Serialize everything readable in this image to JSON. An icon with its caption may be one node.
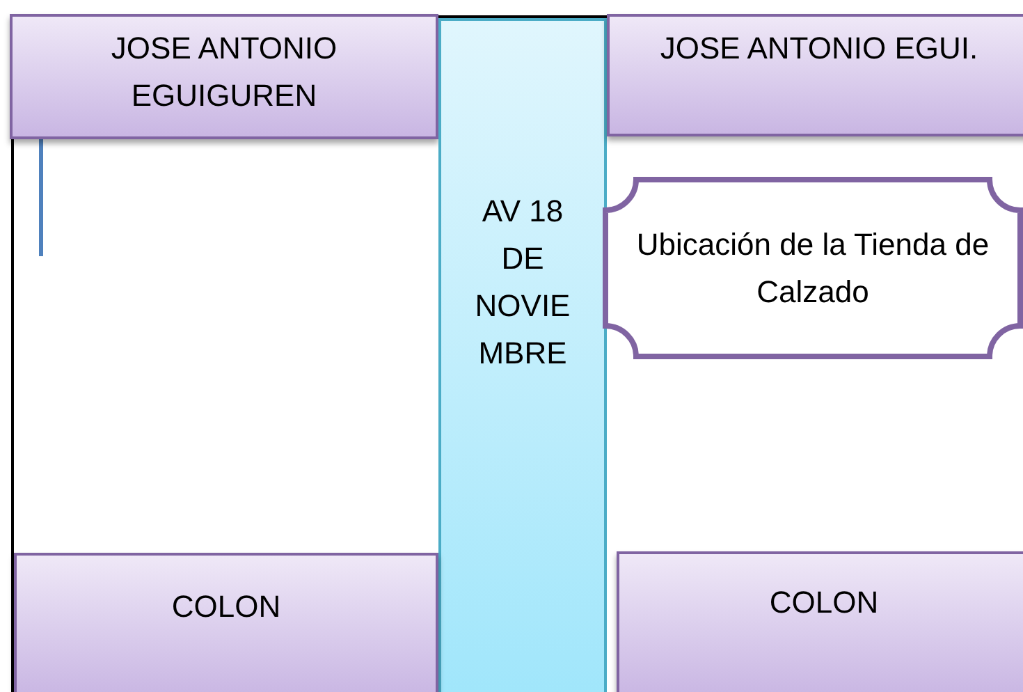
{
  "diagram": {
    "nodes": [
      {
        "text": [
          "JOSE ANTONIO EGUIGUREN"
        ]
      },
      {
        "text": [
          "AV 18 DE NOVIE MBRE"
        ]
      },
      {
        "text": [
          "JOSE ANTONIO EGUI."
        ]
      },
      {
        "text": [
          "Ubicación de la Tienda de Calzado"
        ]
      },
      {
        "text": [
          "COLON"
        ]
      },
      {
        "text": [
          "COLON"
        ]
      }
    ]
  }
}
